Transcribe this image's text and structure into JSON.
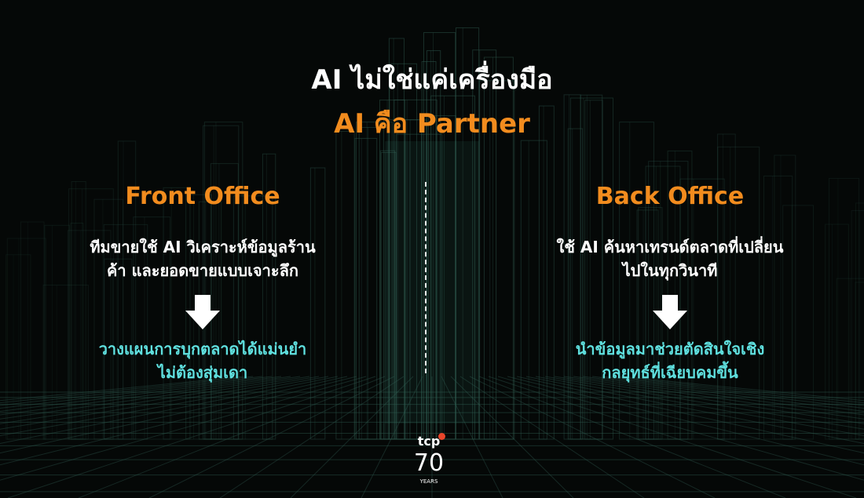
{
  "title": {
    "line1": "AI ไม่ใช่แค่เครื่องมือ",
    "line2": "AI คือ Partner"
  },
  "front_office": {
    "heading": "Front Office",
    "description": [
      "ทีมขายใช้ AI วิเคราะห์ข้อมูลร้าน",
      "ค้า และยอดขายแบบเจาะลึก"
    ],
    "result": [
      "วางแผนการบุกตลาดได้แม่นยำ",
      "ไม่ต้องสุ่มเดา"
    ]
  },
  "back_office": {
    "heading": "Back Office",
    "description": [
      "ใช้ AI ค้นหาเทรนด์ตลาดที่เปลี่ยน",
      "ไปในทุกวินาที"
    ],
    "result": [
      "นำข้อมูลมาช่วยตัดสินใจเชิง",
      "กลยุทธ์ที่เฉียบคมขึ้น"
    ]
  },
  "logo": {
    "text": "tcp",
    "number": "70",
    "sub": "YEARS"
  },
  "colors": {
    "accent": "#f28c1e",
    "result": "#5fe0df",
    "background": "#050807",
    "grid": "#2f5a4f"
  }
}
